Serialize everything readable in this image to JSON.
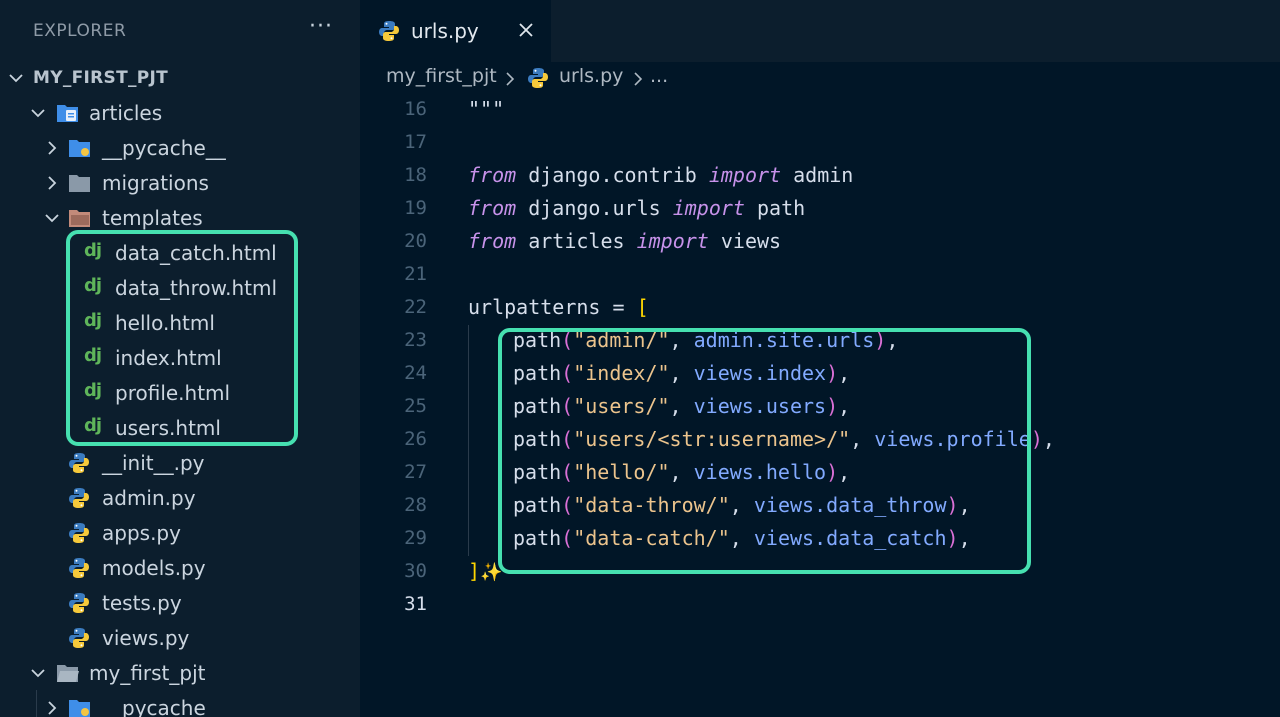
{
  "sidebar": {
    "title": "EXPLORER",
    "more": "···",
    "root": "MY_FIRST_PJT",
    "articles": "articles",
    "pycache": "__pycache__",
    "migrations": "migrations",
    "templates": "templates",
    "templates_files": [
      "data_catch.html",
      "data_throw.html",
      "hello.html",
      "index.html",
      "profile.html",
      "users.html"
    ],
    "dj_badge": "dj",
    "py_files": [
      "__init__.py",
      "admin.py",
      "apps.py",
      "models.py",
      "tests.py",
      "views.py"
    ],
    "my_first_pjt": "my_first_pjt",
    "pycache2": "__pycache__"
  },
  "tab": {
    "label": "urls.py"
  },
  "breadcrumb": {
    "folder": "my_first_pjt",
    "file": "urls.py",
    "more": "..."
  },
  "code": {
    "line_numbers": [
      "16",
      "17",
      "18",
      "19",
      "20",
      "21",
      "22",
      "23",
      "24",
      "25",
      "26",
      "27",
      "28",
      "29",
      "30",
      "31"
    ],
    "active_line": "31",
    "docstring_end": "\"\"\"",
    "kw_from": "from",
    "kw_import": "import",
    "imports": [
      {
        "module": "django.contrib",
        "name": "admin"
      },
      {
        "module": "django.urls",
        "name": "path"
      },
      {
        "module": "articles",
        "name": "views"
      }
    ],
    "urlpatterns": "urlpatterns",
    "assign": " = ",
    "open_bracket": "[",
    "close_bracket": "]",
    "sparkle": "✨",
    "path_fn": "path",
    "routes": [
      {
        "url": "\"admin/\"",
        "view": "admin.site.urls"
      },
      {
        "url": "\"index/\"",
        "view": "views.index"
      },
      {
        "url": "\"users/\"",
        "view": "views.users"
      },
      {
        "url": "\"users/<str:username>/\"",
        "view": "views.profile"
      },
      {
        "url": "\"hello/\"",
        "view": "views.hello"
      },
      {
        "url": "\"data-throw/\"",
        "view": "views.data_throw"
      },
      {
        "url": "\"data-catch/\"",
        "view": "views.data_catch"
      }
    ]
  },
  "colors": {
    "highlight": "#46e0b0",
    "editor_bg": "#011627",
    "sidebar_bg": "#0c1e2d",
    "keyword": "#c792ea",
    "string": "#ecc48d",
    "attribute": "#82aaff"
  }
}
